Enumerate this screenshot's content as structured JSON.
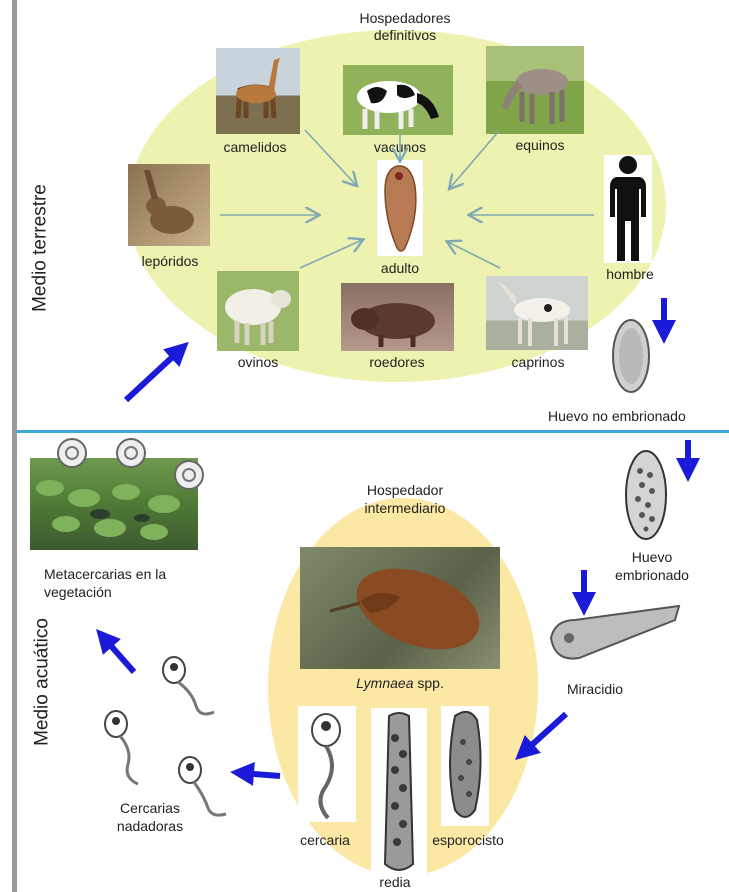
{
  "zones": {
    "terrestrial": "Medio terrestre",
    "aquatic": "Medio acuático"
  },
  "definitive_hosts": {
    "title_line1": "Hospedadores",
    "title_line2": "definitivos",
    "center": "adulto",
    "hosts": [
      "camelidos",
      "vacunos",
      "equinos",
      "lepóridos",
      "hombre",
      "ovinos",
      "roedores",
      "caprinos"
    ]
  },
  "stages": {
    "egg_unembryonated": "Huevo no embrionado",
    "egg_embryonated_line1": "Huevo",
    "egg_embryonated_line2": "embrionado",
    "miracidium": "Miracidio",
    "metacercariae_line1": "Metacercarias en la",
    "metacercariae_line2": "vegetación",
    "cercariae_line1": "Cercarias",
    "cercariae_line2": "nadadoras"
  },
  "intermediate_host": {
    "title_line1": "Hospedador",
    "title_line2": "intermediario",
    "species_italic": "Lymnaea",
    "species_suffix": " spp.",
    "forms": [
      "cercaria",
      "redia",
      "esporocisto"
    ]
  },
  "colors": {
    "terrestrial_ellipse": "#eef2b0",
    "aquatic_ellipse": "#fbe8a4",
    "divider": "#3fa6d8",
    "left_bar": "#9a9a9a",
    "thick_arrow": "#1a1ad8",
    "thin_arrow": "#7fa9b4"
  }
}
